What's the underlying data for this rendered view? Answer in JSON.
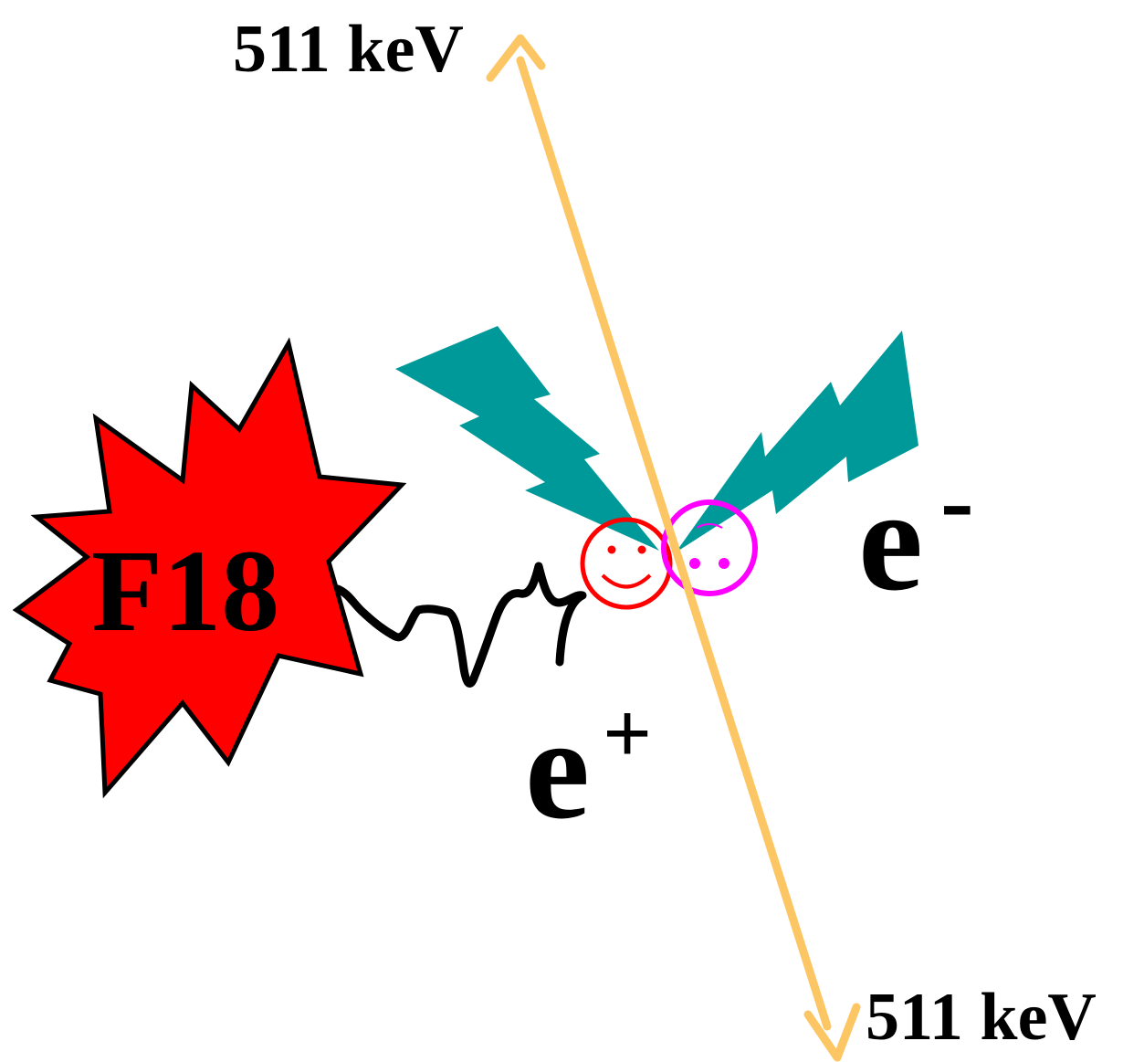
{
  "labels": {
    "energy_top": "511 keV",
    "energy_bottom": "511 keV",
    "isotope": "F18",
    "positron_base": "e",
    "positron_charge": "+",
    "electron_base": "e",
    "electron_charge": "-"
  },
  "colors": {
    "gamma_arrow": "#fcc664",
    "isotope_fill": "#ff0000",
    "positron": "#ff0000",
    "electron": "#ff00ff",
    "lightning": "#009999",
    "track": "#000000"
  },
  "icons": {
    "isotope": "explosion-burst-icon",
    "positron": "smiling-face-icon",
    "electron": "neutral-face-icon",
    "annihilation": "lightning-bolt-icon"
  }
}
